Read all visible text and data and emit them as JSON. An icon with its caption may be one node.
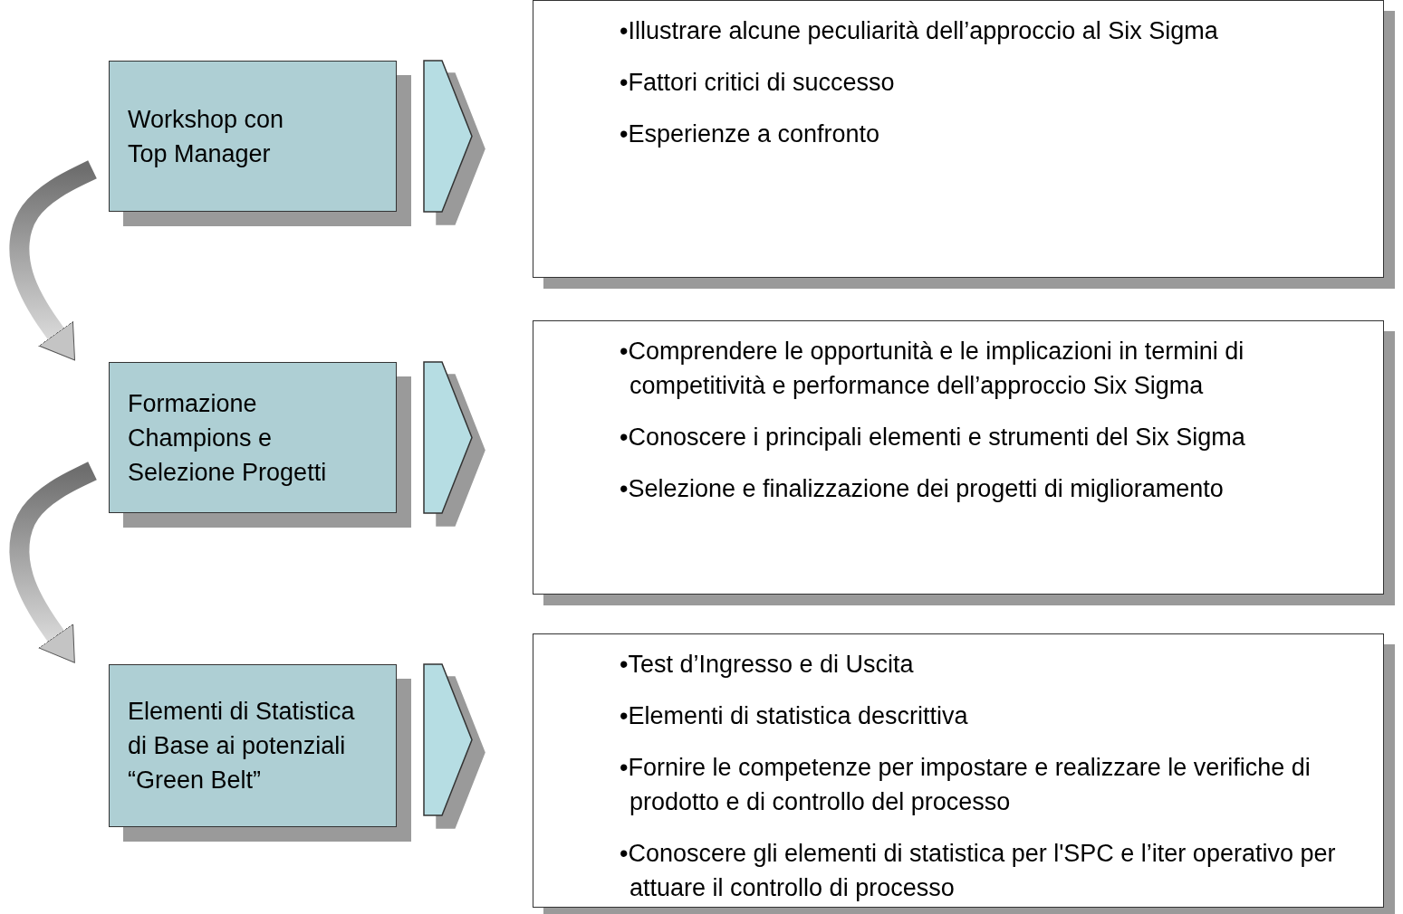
{
  "diagram": {
    "nodes": [
      {
        "text": [
          "Workshop con Top Manager"
        ]
      },
      {
        "text": [
          "Formazione Champions e Selezione Progetti"
        ]
      },
      {
        "text": [
          "Elementi di Statistica di Base ai potenziali “Green Belt”"
        ]
      },
      {
        "text": [
          "•Illustrare alcune peculiarità dell’approccio al Six Sigma",
          "•Fattori critici di successo",
          "•Esperienze a confronto"
        ]
      },
      {
        "text": [
          "•Comprendere le opportunità e le implicazioni in termini di competitività e performance dell’approccio Six Sigma",
          "•Conoscere i principali elementi e strumenti del Six Sigma",
          "•Selezione e finalizzazione dei progetti di miglioramento"
        ]
      },
      {
        "text": [
          "•Test d’Ingresso e di Uscita",
          "•Elementi di statistica descrittiva",
          "•Fornire le competenze per impostare e realizzare le verifiche di prodotto e di controllo del processo",
          "•Conoscere gli elementi di statistica per l'SPC e l’iter operativo per attuare il controllo di processo"
        ]
      }
    ],
    "edges": [
      {
        "from": 0,
        "to": 3,
        "arrow": "to",
        "style": "thick"
      },
      {
        "from": 1,
        "to": 4,
        "arrow": "to",
        "style": "thick"
      },
      {
        "from": 2,
        "to": 5,
        "arrow": "to",
        "style": "thick"
      },
      {
        "from": 0,
        "to": 1,
        "arrow": "to",
        "style": "thick"
      },
      {
        "from": 1,
        "to": 2,
        "arrow": "to",
        "style": "thick"
      }
    ]
  }
}
